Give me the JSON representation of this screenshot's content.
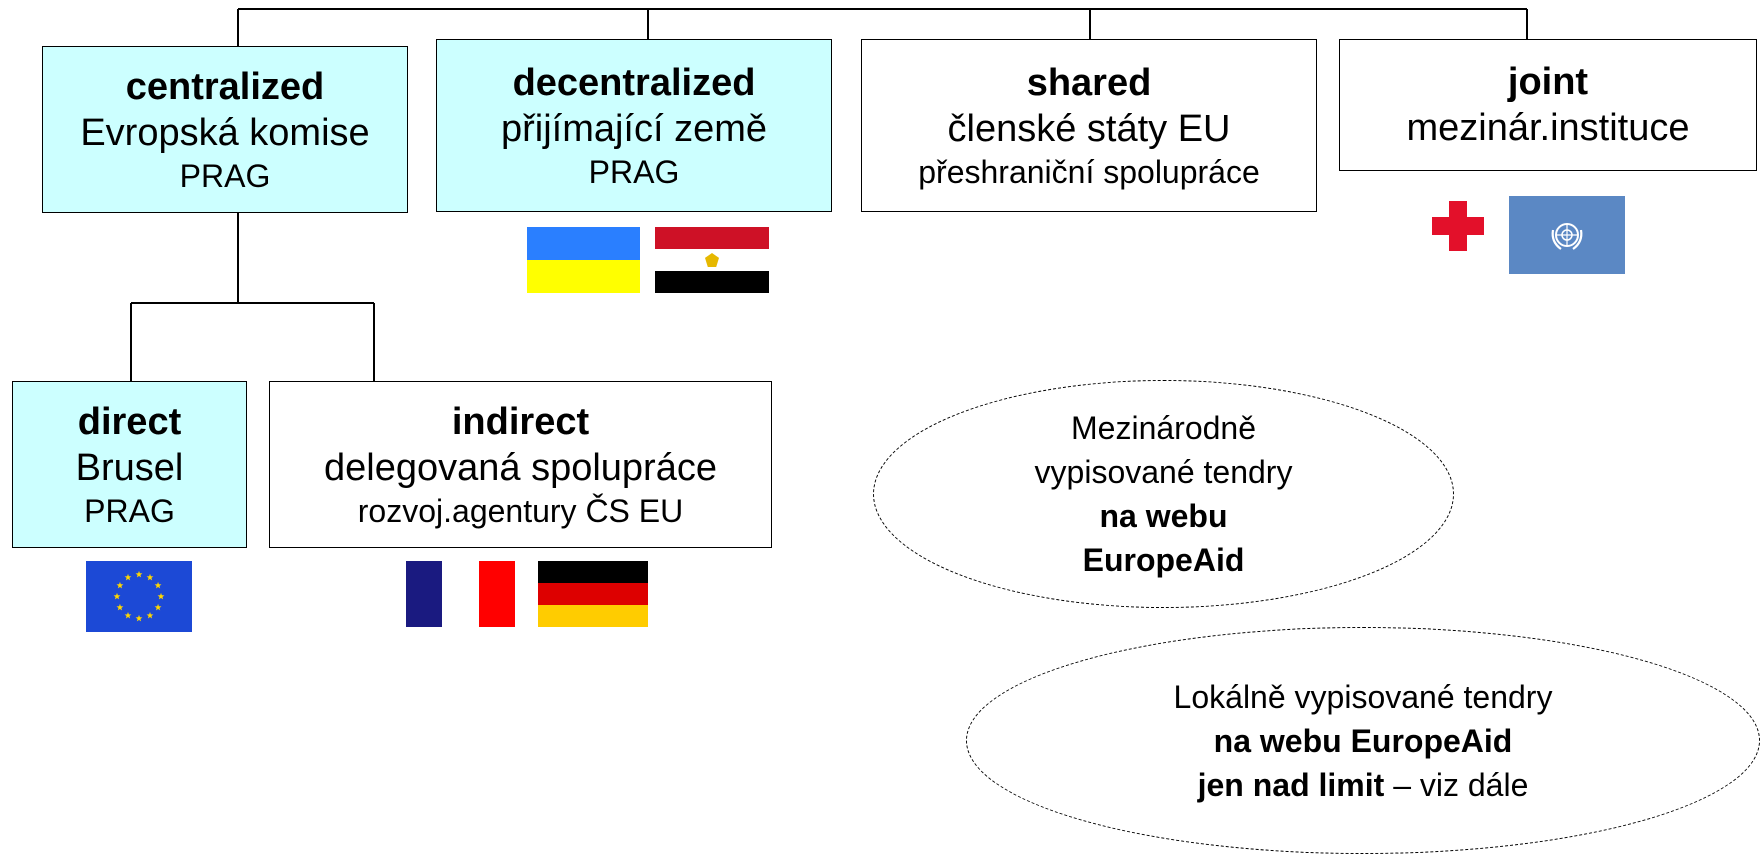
{
  "boxes": {
    "centralized": {
      "title": "centralized",
      "line2": "Evropská komise",
      "line3": "PRAG"
    },
    "decentralized": {
      "title": "decentralized",
      "line2": "přijímající země",
      "line3": "PRAG"
    },
    "shared": {
      "title": "shared",
      "line2": "členské státy EU",
      "line3": "přeshraniční spolupráce"
    },
    "joint": {
      "title": "joint",
      "line2": "mezinár.instituce"
    },
    "direct": {
      "title": "direct",
      "line2": "Brusel",
      "line3": "PRAG"
    },
    "indirect": {
      "title": "indirect",
      "line2": "delegovaná spolupráce",
      "line3": "rozvoj.agentury ČS EU"
    }
  },
  "ellipses": {
    "international": {
      "line1": "Mezinárodně",
      "line2": "vypisované tendry",
      "bold1": "na webu",
      "bold2": "EuropeAid"
    },
    "local": {
      "line1": "Lokálně vypisované tendry",
      "bold1": "na webu EuropeAid",
      "bold2": "jen nad limit",
      "rest": " – viz dále"
    }
  },
  "flags": [
    "ukraine-flag",
    "egypt-flag",
    "red-cross-flag",
    "un-flag",
    "eu-flag",
    "france-flag",
    "germany-flag"
  ],
  "colors": {
    "box_fill": "#ccffff",
    "ukraine_blue": "#2a7fff",
    "ukraine_yellow": "#ffff00",
    "egypt_red": "#ce1126",
    "red_cross": "#e3102a",
    "un_blue": "#5b88c4",
    "eu_blue": "#1c49d6",
    "eu_star": "#ffd700",
    "fr_blue": "#1a1a80",
    "fr_red": "#ff0000",
    "de_red": "#dd0000",
    "de_gold": "#ffcc00"
  }
}
